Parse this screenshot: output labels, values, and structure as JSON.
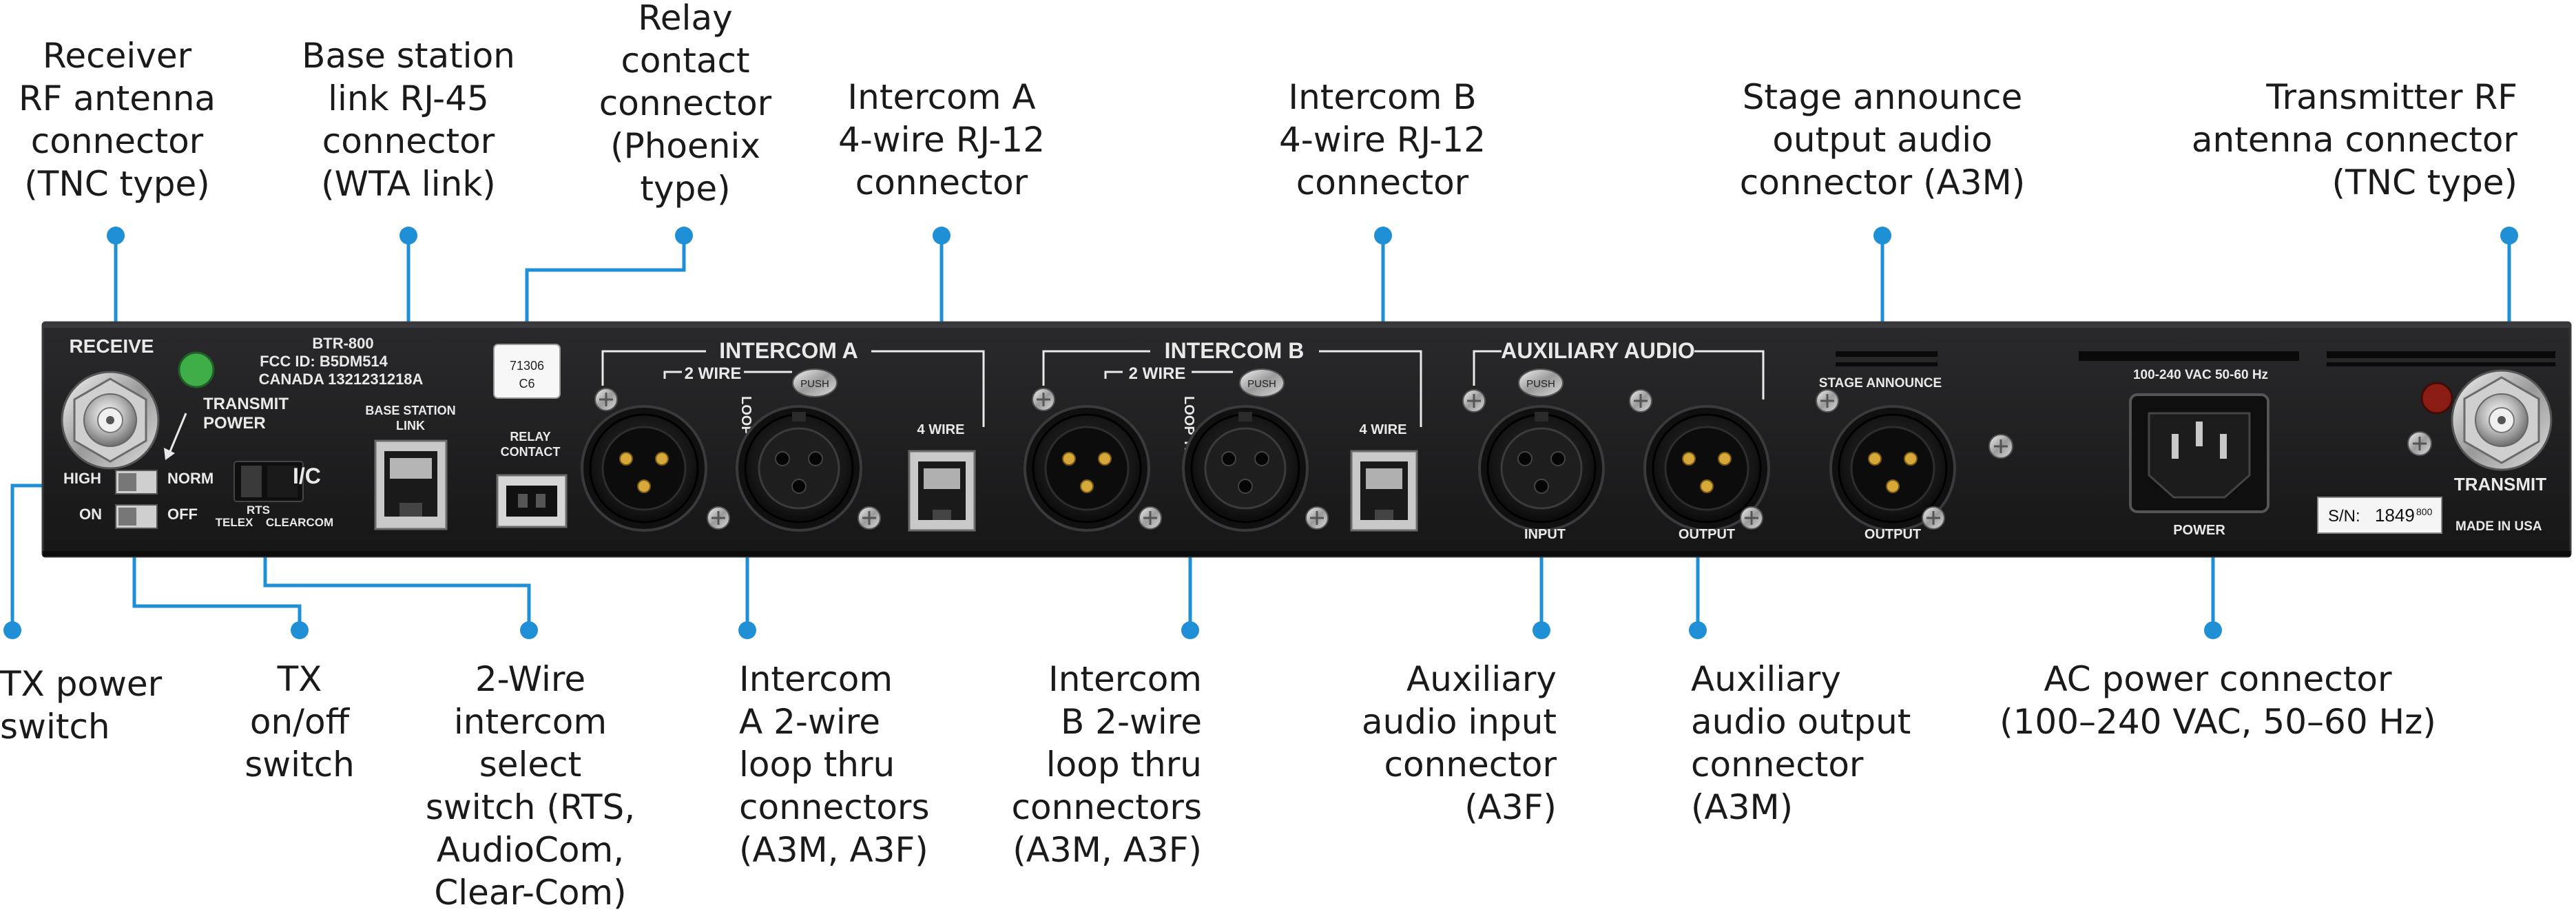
{
  "colors": {
    "leader": "#1f8fd6",
    "panel": "#1e1e20",
    "panel_edge": "#3a3a3c",
    "label_text": "#1a1a1a",
    "led_green": "#3fae49",
    "led_red": "#8a1c14"
  },
  "callouts": {
    "receiver_rf": "Receiver\nRF antenna\nconnector\n(TNC type)",
    "base_station": "Base station\nlink RJ-45\nconnector\n(WTA link)",
    "relay_contact": "Relay\ncontact\nconnector\n(Phoenix\ntype)",
    "intercom_a_4wire": "Intercom A\n4-wire RJ-12\nconnector",
    "intercom_b_4wire": "Intercom B\n4-wire RJ-12\nconnector",
    "stage_announce": "Stage announce\noutput audio\nconnector (A3M)",
    "transmitter_rf": "Transmitter RF\nantenna connector\n(TNC type)",
    "tx_power_switch": "TX power\nswitch",
    "tx_onoff": "TX\non/off\nswitch",
    "two_wire_select": "2-Wire\nintercom\nselect\nswitch (RTS,\nAudioCom,\nClear-Com)",
    "intercom_a_loop": "Intercom\nA 2-wire\nloop thru\nconnectors\n(A3M, A3F)",
    "intercom_b_loop": "Intercom\nB 2-wire\nloop thru\nconnectors\n(A3M, A3F)",
    "aux_input": "Auxiliary\naudio input\nconnector\n(A3F)",
    "aux_output": "Auxiliary\naudio output\nconnector\n(A3M)",
    "ac_power": "AC power connector\n(100–240 VAC, 50–60 Hz)"
  },
  "panel": {
    "receive": "RECEIVE",
    "model": "BTR-800",
    "fcc": "FCC ID: B5DM514",
    "canada": "CANADA 1321231218A",
    "transmit_power_1": "TRANSMIT",
    "transmit_power_2": "POWER",
    "high": "HIGH",
    "norm": "NORM",
    "on": "ON",
    "off": "OFF",
    "ic": "I/C",
    "rts": "RTS",
    "telex": "TELEX",
    "clearcom": "CLEARCOM",
    "base_station_1": "BASE STATION",
    "base_station_2": "LINK",
    "sticker_1": "71306",
    "sticker_2": "C6",
    "relay_1": "RELAY",
    "relay_2": "CONTACT",
    "intercom_a": "INTERCOM A",
    "intercom_b": "INTERCOM B",
    "two_wire": "2 WIRE",
    "loop_thru": "LOOP THRU",
    "four_wire": "4 WIRE",
    "push": "PUSH",
    "aux_audio": "AUXILIARY AUDIO",
    "input": "INPUT",
    "output": "OUTPUT",
    "stage_announce": "STAGE ANNOUNCE",
    "ac_rating": "100-240 VAC 50-60 Hz",
    "power": "POWER",
    "sn_label": "S/N:",
    "sn_value": "1849",
    "sn_small": "800",
    "made_in": "MADE IN USA",
    "transmit": "TRANSMIT"
  }
}
